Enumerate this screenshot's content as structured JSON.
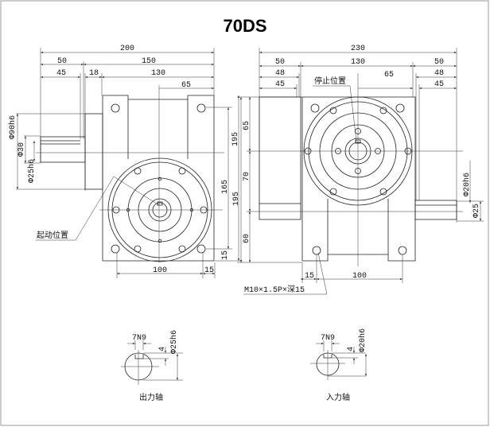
{
  "title": "70DS",
  "left_view": {
    "dims": {
      "overall": "200",
      "shaft_len": "50",
      "body_len": "150",
      "shaft_45": "45",
      "gap_18": "18",
      "body_130": "130",
      "half_65": "65",
      "h_165": "165",
      "h_195": "195",
      "h_15": "15",
      "w_100": "100",
      "w_15": "15"
    },
    "dia": {
      "flange": "Φ90h6",
      "d30": "Φ30",
      "d25": "Φ25h6"
    },
    "label_start": "起动位置"
  },
  "right_view": {
    "dims": {
      "overall": "230",
      "l50": "50",
      "c130": "130",
      "r50": "50",
      "l48": "48",
      "r48": "48",
      "l45": "45",
      "r45": "45",
      "half_65": "65",
      "h195": "195",
      "h65": "65",
      "h70": "70",
      "h60": "60",
      "w15": "15",
      "w100": "100"
    },
    "dia": {
      "d20": "Φ20h6",
      "d25": "Φ25"
    },
    "label_stop": "停止位置",
    "label_thread": "M10×1.5P×深15"
  },
  "output_shaft": {
    "key": "7N9",
    "depth": "4",
    "dia": "Φ25h6",
    "label": "出力轴"
  },
  "input_shaft": {
    "key": "7N9",
    "depth": "4",
    "dia": "Φ20h6",
    "label": "入力轴"
  }
}
